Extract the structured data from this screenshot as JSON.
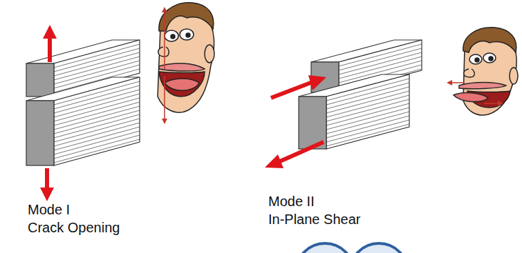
{
  "diagram": {
    "labels": [
      "Mode I",
      "Crack Opening",
      "Mode II",
      "In-Plane Shear"
    ]
  }
}
